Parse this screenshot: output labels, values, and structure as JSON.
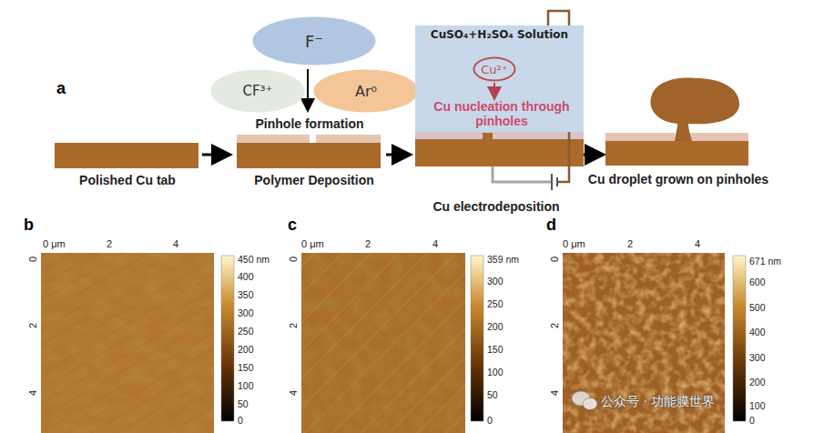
{
  "diagram": {
    "nodes": [
      {
        "text": [
          "F⁻"
        ]
      },
      {
        "text": [
          "CF³⁺"
        ]
      },
      {
        "text": [
          "Ar⁰"
        ]
      },
      {
        "text": [
          "CuSO₄+H₂SO₄ Solution",
          "Cu nucleation through pinholes"
        ]
      },
      {
        "text": [
          "Cu²⁺"
        ],
        "in": 3
      }
    ],
    "labels": [
      "a",
      "Pinhole formation",
      "Polished Cu tab",
      "Polymer  Deposition",
      "Cu electrodeposition",
      "Cu droplet grown on pinholes",
      "b",
      "0 μm",
      "2",
      "4",
      "0",
      "2",
      "4",
      "450 nm",
      "400",
      "350",
      "300",
      "250",
      "200",
      "150",
      "100",
      "50",
      "0",
      "c",
      "0 μm",
      "2",
      "4",
      "0",
      "2",
      "4",
      "359 nm",
      "300",
      "250",
      "200",
      "150",
      "100",
      "50",
      "0",
      "d",
      "0 μm",
      "2",
      "4",
      "0",
      "2",
      "4",
      "671 nm",
      "600",
      "500",
      "400",
      "300",
      "200",
      "100",
      "0",
      "公众号 · 功能膜世界"
    ]
  }
}
